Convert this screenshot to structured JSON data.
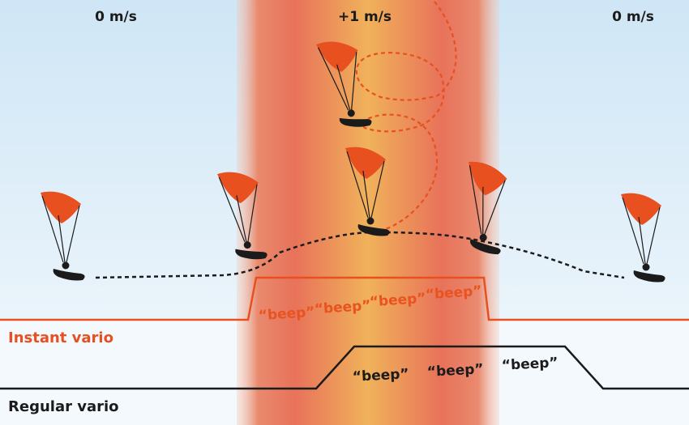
{
  "speeds": {
    "left": "0 m/s",
    "center": "+1 m/s",
    "right": "0 m/s"
  },
  "instant_vario": {
    "label": "Instant vario",
    "beeps": [
      "“beep”",
      "“beep”",
      "“beep”",
      "“beep”"
    ]
  },
  "regular_vario": {
    "label": "Regular vario",
    "beeps": [
      "“beep”",
      "“beep”",
      "“beep”"
    ]
  },
  "colors": {
    "accent_orange": "#e95320",
    "dark": "#1b1b1b",
    "sky": "#d7eaf7",
    "thermal_core": "#f0b45a",
    "thermal_edge": "#e06a50"
  },
  "icons": [
    "paraglider-icon"
  ]
}
